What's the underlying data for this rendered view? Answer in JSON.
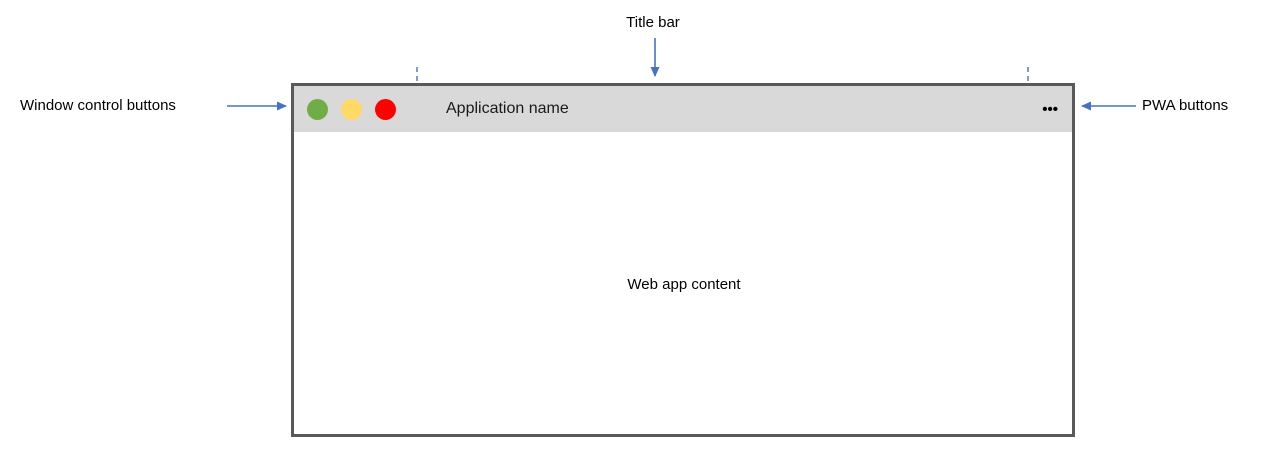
{
  "labels": {
    "title_bar": "Title bar",
    "window_controls": "Window control buttons",
    "pwa_buttons": "PWA buttons",
    "web_app_content": "Web app content"
  },
  "window": {
    "app_name": "Application name",
    "pwa_menu_icon": "•••"
  },
  "colors": {
    "control-green": "#70AD47",
    "control-yellow": "#FFD966",
    "control-red": "#FF0000",
    "arrow-blue": "#4472C4",
    "titlebar-bg": "#D9D9D9",
    "frame-border": "#595959"
  }
}
